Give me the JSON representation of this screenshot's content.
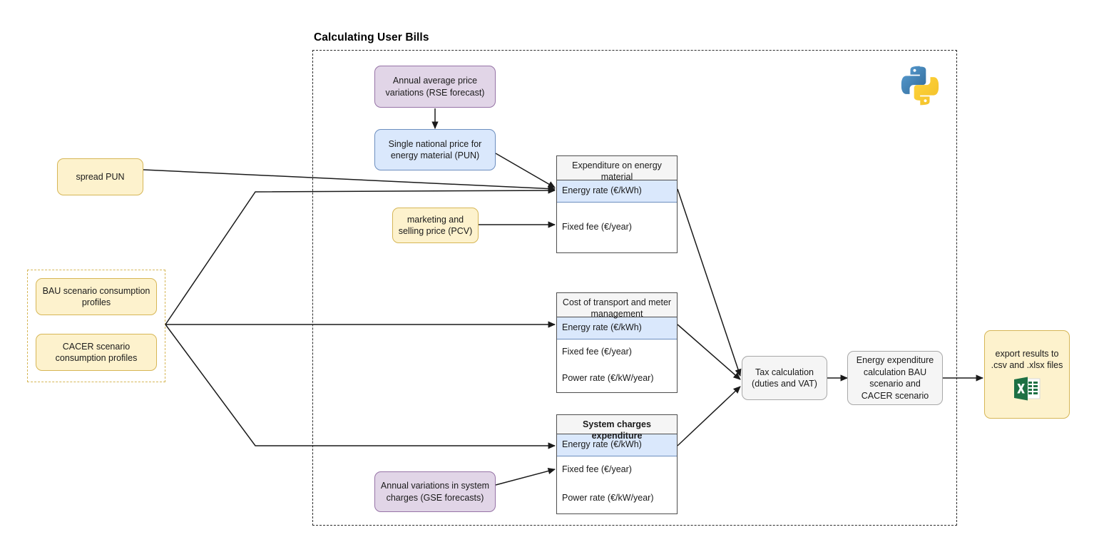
{
  "container": {
    "title": "Calculating User Bills",
    "logo": "python-logo"
  },
  "inputs": {
    "spread_pun": "spread PUN",
    "bau": "BAU scenario consumption profiles",
    "cacer": "CACER scenario consumption profiles"
  },
  "forecasts": {
    "rse": "Annual average price variations (RSE forecast)",
    "pun": "Single national price for energy material (PUN)",
    "pcv": "marketing and selling price (PCV)",
    "gse": "Annual variations in system charges (GSE forecasts)"
  },
  "tables": [
    {
      "header": "Expenditure on energy material",
      "bold_header": false,
      "rows": [
        {
          "label": "Energy rate (€/kWh)",
          "highlight": true
        },
        {
          "label": "Fixed fee (€/year)",
          "highlight": false
        }
      ]
    },
    {
      "header": "Cost of transport and meter management",
      "bold_header": false,
      "rows": [
        {
          "label": "Energy rate (€/kWh)",
          "highlight": true
        },
        {
          "label": "Fixed fee (€/year)",
          "highlight": false
        },
        {
          "label": "Power rate (€/kW/year)",
          "highlight": false
        }
      ]
    },
    {
      "header": "System charges expenditure",
      "bold_header": true,
      "rows": [
        {
          "label": "Energy rate (€/kWh)",
          "highlight": true
        },
        {
          "label": "Fixed fee (€/year)",
          "highlight": false
        },
        {
          "label": "Power rate (€/kW/year)",
          "highlight": false
        }
      ]
    }
  ],
  "process": {
    "tax": "Tax calculation (duties and VAT)",
    "energy_expenditure": "Energy expenditure calculation BAU scenario and CACER scenario",
    "export": "export results to .csv and .xlsx files",
    "export_icon": "excel-icon"
  },
  "colors": {
    "yellow_fill": "#fdf2cd",
    "yellow_border": "#d6b656",
    "purple_fill": "#e1d5e7",
    "purple_border": "#9673a6",
    "blue_fill": "#dae8fc",
    "blue_border": "#6c8ebf",
    "grey_fill": "#f5f5f5",
    "grey_border": "#a8a8a8",
    "edge": "#1a1a1a",
    "excel_green": "#1d7044"
  }
}
